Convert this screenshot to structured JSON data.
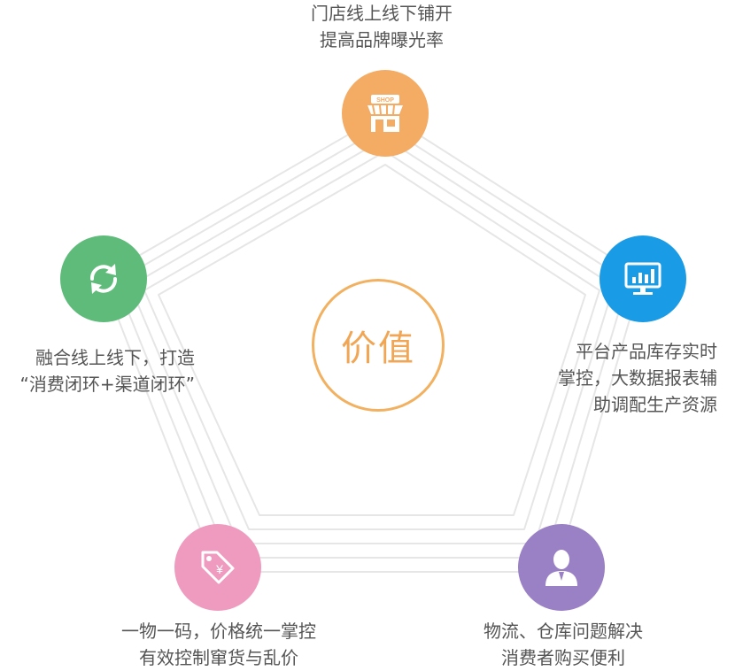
{
  "center": {
    "label": "价值"
  },
  "nodes": {
    "top": {
      "lines": [
        "门店线上线下铺开",
        "提高品牌曝光率"
      ],
      "color": "#f4ab63",
      "icon": "shop-icon",
      "icon_text": "SHOP"
    },
    "left": {
      "lines": [
        "融合线上线下，打造",
        "“消费闭环+渠道闭环”"
      ],
      "color": "#5fbb7a",
      "icon": "refresh-icon"
    },
    "right": {
      "lines": [
        "平台产品库存实时",
        "掌控，大数据报表辅",
        "助调配生产资源"
      ],
      "color": "#1a9be6",
      "icon": "monitor-chart-icon"
    },
    "bottom_left": {
      "lines": [
        "一物一码，价格统一掌控",
        "有效控制窜货与乱价"
      ],
      "color": "#ef9bbf",
      "icon": "price-tag-icon",
      "icon_text": "¥"
    },
    "bottom_right": {
      "lines": [
        "物流、仓库问题解决",
        "消费者购买便利"
      ],
      "color": "#9a80c4",
      "icon": "user-icon"
    }
  }
}
